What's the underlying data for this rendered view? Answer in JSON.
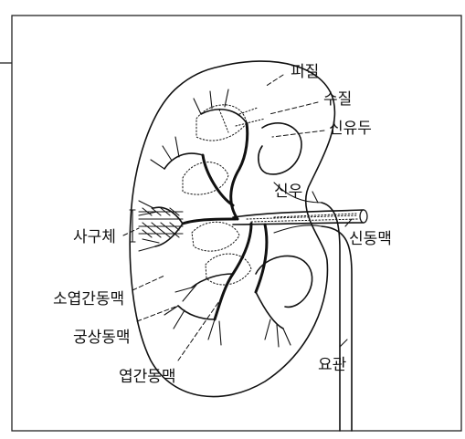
{
  "labels": {
    "cortex": "피질",
    "medulla": "수질",
    "renal_papilla": "신유두",
    "renal_pelvis": "신우",
    "renal_artery": "신동맥",
    "glomerulus": "사구체",
    "interlobular_artery": "소엽간동맥",
    "arcuate_artery": "궁상동맥",
    "interlobar_artery": "엽간동맥",
    "ureter": "요관"
  },
  "colors": {
    "ink": "#111111",
    "background": "#ffffff"
  }
}
